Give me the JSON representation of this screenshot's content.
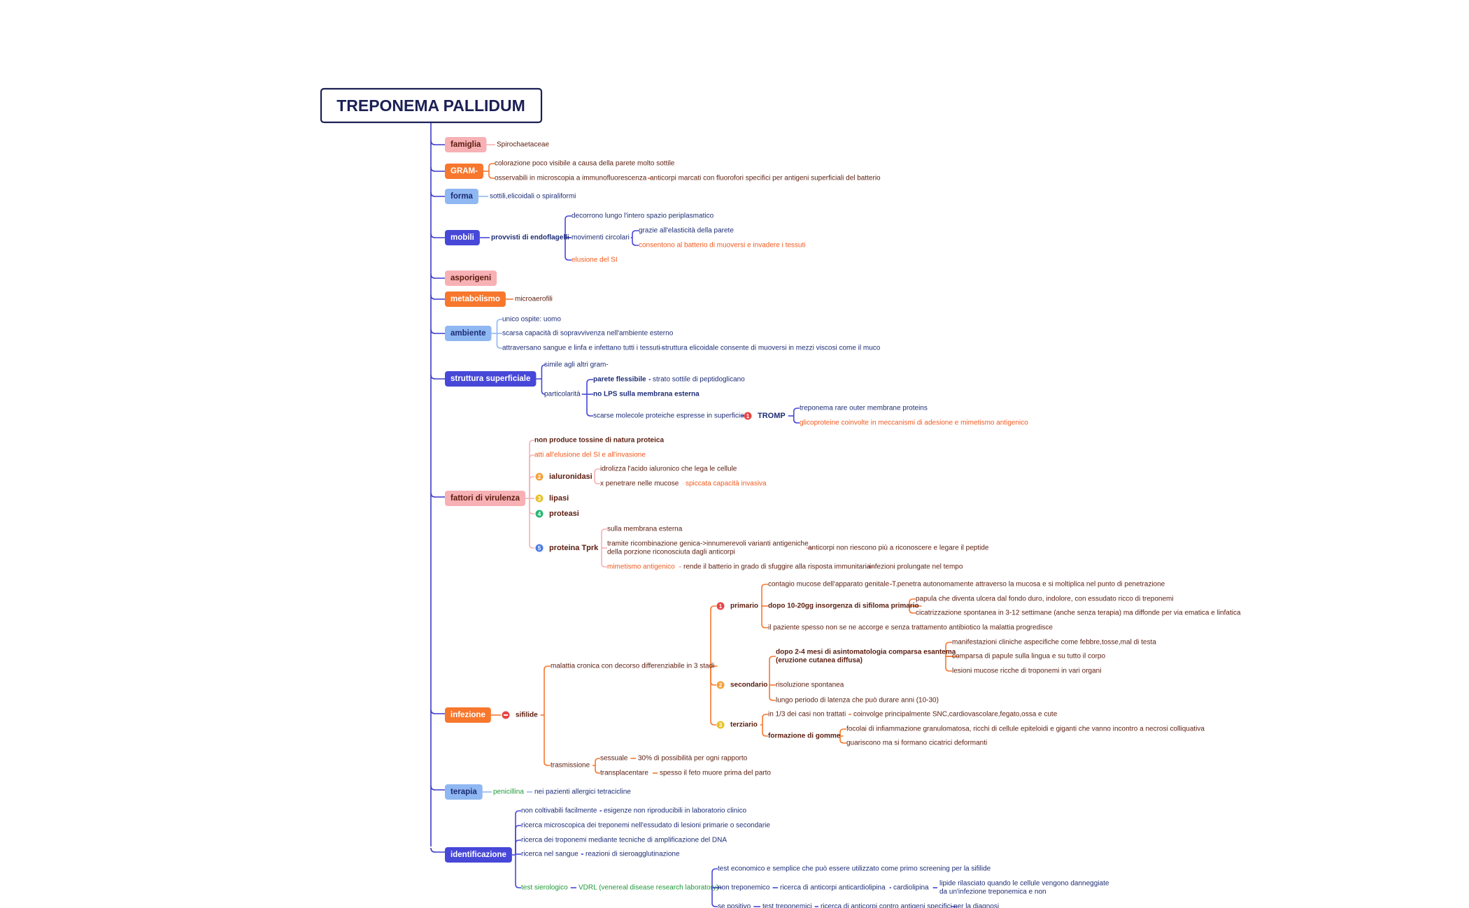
{
  "root": {
    "label": "TREPONEMA PALLIDUM"
  },
  "colors": {
    "pink": "#f7b1b5",
    "orange": "#f7772d",
    "blue": "#8fb7f2",
    "indigo": "#4747d8",
    "dark": "#1c2055",
    "spine": "#3c3ac9",
    "maroon": "#5a1c0e",
    "orange_text": "#f05a1e",
    "green": "#1f9a3a",
    "navy": "#1d2c75"
  },
  "nodes": {
    "famiglia": {
      "label": "famiglia",
      "c1": "Spirochaetaceae"
    },
    "gram": {
      "label": "GRAM-",
      "c1": "colorazione poco visibile a causa della parete molto sottile",
      "c2": "osservabili in microscopia a immunofluorescenza",
      "c2a": "anticorpi marcati con fluorofori specifici per antigeni superficiali del batterio"
    },
    "forma": {
      "label": "forma",
      "c1": "sottili,elicoidali o spiraliformi"
    },
    "mobili": {
      "label": "mobili",
      "c1": "provvisti di endoflagelli",
      "c1a": "decorrono lungo l'intero spazio periplasmatico",
      "c1b": "movimenti circolari",
      "c1b1": "grazie all'elasticità della parete",
      "c1b2": "consentono al batterio di muoversi e invadere i tessuti",
      "c1c": "elusione del SI"
    },
    "asporigeni": {
      "label": "asporigeni"
    },
    "metabolismo": {
      "label": "metabolismo",
      "c1": "microaerofili"
    },
    "ambiente": {
      "label": "ambiente",
      "c1": "unico ospite: uomo",
      "c2": "scarsa capacità di sopravvivenza nell'ambiente esterno",
      "c3": "attraversano sangue e linfa e infettano tutti i tessuti",
      "c3a": "struttura elicoidale consente di muoversi in mezzi viscosi come il muco"
    },
    "struttura": {
      "label": "struttura superficiale",
      "c1": "simile agli altri gram-",
      "c2": "particolarità",
      "c2a": "parete flessibile",
      "c2a1": "strato sottile di peptidoglicano",
      "c2b": "no LPS sulla membrana esterna",
      "c2c": "scarse molecole proteiche espresse in superficie",
      "c2c_badge": "1",
      "c2c1": "TROMP",
      "c2c1a": "treponema rare outer membrane proteins",
      "c2c1b": "glicoproteine coinvolte in meccanismi di adesione e mimetismo antigenico"
    },
    "fattori": {
      "label": "fattori di virulenza",
      "c1": "non produce tossine di natura proteica",
      "c2": "atti all'elusione del SI e all'invasione",
      "c3_badge": "2",
      "c3": "ialuronidasi",
      "c3a": "idrolizza l'acido ialuronico che lega le cellule",
      "c3b": "x penetrare nelle mucose",
      "c3b1": "spiccata capacità invasiva",
      "c4_badge": "3",
      "c4": "lipasi",
      "c5_badge": "4",
      "c5": "proteasi",
      "c6_badge": "5",
      "c6": "proteina Tprk",
      "c6a": "sulla membrana esterna",
      "c6b_l1": "tramite ricombinazione genica->innumerevoli varianti antigeniche",
      "c6b_l2": "della porzione riconosciuta dagli anticorpi",
      "c6b1": "anticorpi non riescono più a riconoscere e legare il peptide",
      "c6c": "mimetismo antigenico",
      "c6c1": "rende il batterio in grado di sfuggire alla risposta immunitaria",
      "c6c2": "infezioni prolungate nel tempo"
    },
    "infezione": {
      "label": "infezione",
      "c1": "sifilide",
      "c1a": "malattia cronica con decorso differenziabile in 3 stadi",
      "primario_badge": "1",
      "primario": "primario",
      "p1": "contagio mucose dell'apparato genitale",
      "p1a": "T.penetra autonomamente attraverso la mucosa e si moltiplica nel punto di penetrazione",
      "p2": "dopo 10-20gg insorgenza di sifiloma primario",
      "p2a": "papula che diventa ulcera dal fondo duro, indolore, con essudato ricco di treponemi",
      "p2b": "cicatrizzazione spontanea in 3-12 settimane  (anche senza terapia) ma diffonde per via ematica e linfatica",
      "p3": "il paziente spesso non se ne accorge e senza trattamento antibiotico la malattia progredisce",
      "secondario_badge": "2",
      "secondario": "secondario",
      "s1_l1": "dopo 2-4 mesi di asintomatologia comparsa esantema",
      "s1_l2": "(eruzione cutanea diffusa)",
      "s1a": "manifestazioni cliniche aspecifiche come febbre,tosse,mal di testa",
      "s1b": "comparsa di papule sulla lingua e su tutto il corpo",
      "s1c": "lesioni mucose ricche di troponemi in vari organi",
      "s2": "risoluzione spontanea",
      "s3": "lungo periodo di latenza che può durare anni (10-30)",
      "terziario_badge": "3",
      "terziario": "terziario",
      "t1": "in 1/3 dei casi non trattati",
      "t1a": "coinvolge principalmente SNC,cardiovascolare,fegato,ossa e cute",
      "t2": "formazione di gomme",
      "t2a": "focolai di infiammazione granulomatosa, ricchi di cellule epiteloidi e giganti che vanno incontro a necrosi colliquativa",
      "t2b": "guariscono ma si formano cicatrici deformanti",
      "c1b": "trasmissione",
      "c1b1": "sessuale",
      "c1b1a": "30% di possibilità per ogni rapporto",
      "c1b2": "transplacentare",
      "c1b2a": "spesso il feto muore prima del parto"
    },
    "terapia": {
      "label": "terapia",
      "c1": "penicillina",
      "c1a": "nei pazienti allergici tetracicline"
    },
    "identificazione": {
      "label": "identificazione",
      "c1": "non coltivabili facilmente",
      "c1a": "esigenze non riproducibili in laboratorio clinico",
      "c2": "ricerca microscopica dei treponemi nell'essudato di lesioni primarie o secondarie",
      "c3": "ricerca dei troponemi mediante tecniche di amplificazione del DNA",
      "c4": "ricerca nel sangue",
      "c4a": "reazioni di sieroagglutinazione",
      "c5": "test sierologico",
      "c5a": "VDRL (venereal disease research laboratory)",
      "c5a1": "test economico e semplice che può essere utilizzato come primo screening per la sifilide",
      "c5a2": "non treponemico",
      "c5a2a": "ricerca di anticorpi anticardiolipina",
      "c5a2b": "cardiolipina",
      "c5a2c_l1": "lipide rilasciato quando le cellule vengono danneggiate",
      "c5a2c_l2": "da un'infezione treponemica e non",
      "c5a3": "se positivo",
      "c5a3a": "test treponemici",
      "c5a3b": "ricerca di anticorpi contro antigeni specifici",
      "c5a3c": "per la diagnosi"
    }
  }
}
